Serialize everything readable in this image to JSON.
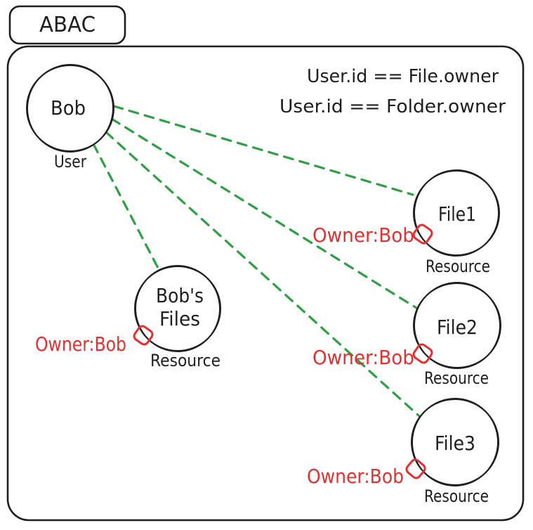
{
  "diagram": {
    "title": "ABAC",
    "rules": [
      "User.id == File.owner",
      "User.id == Folder.owner"
    ],
    "user_node": {
      "label": "Bob",
      "type_label": "User"
    },
    "resource_nodes": [
      {
        "label": "Bob's Files",
        "line1": "Bob's",
        "line2": "Files",
        "type_label": "Resource",
        "attribute": "Owner:Bob"
      },
      {
        "label": "File1",
        "type_label": "Resource",
        "attribute": "Owner:Bob"
      },
      {
        "label": "File2",
        "type_label": "Resource",
        "attribute": "Owner:Bob"
      },
      {
        "label": "File3",
        "type_label": "Resource",
        "attribute": "Owner:Bob"
      }
    ],
    "colors": {
      "stroke": "#1e1e1e",
      "relation_line": "#2f9e44",
      "attribute": "#e03131",
      "background": "#ffffff"
    }
  }
}
